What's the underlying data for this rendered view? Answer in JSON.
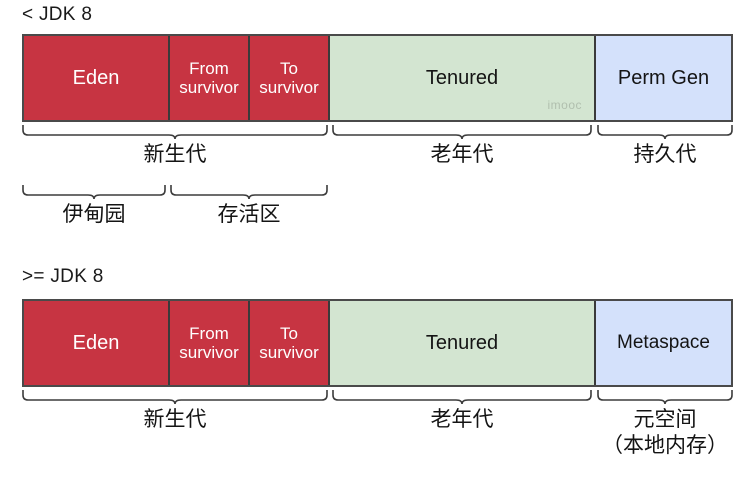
{
  "colors": {
    "young_gen": "#c73442",
    "old_gen": "#d3e5d1",
    "perm_gen": "#d4e1fb",
    "border": "#4a4a4a",
    "background": "#ffffff",
    "text": "#141414",
    "watermark": "#b0bfae"
  },
  "watermark": "imooc",
  "diagrams": [
    {
      "title": "< JDK 8",
      "segments": [
        {
          "label": "Eden",
          "name": "eden"
        },
        {
          "label": "From\nsurvivor",
          "name": "from-survivor"
        },
        {
          "label": "To\nsurvivor",
          "name": "to-survivor"
        },
        {
          "label": "Tenured",
          "name": "tenured"
        },
        {
          "label": "Perm Gen",
          "name": "perm-gen"
        }
      ],
      "braces_row1": [
        {
          "label": "新生代",
          "name": "young-generation"
        },
        {
          "label": "老年代",
          "name": "old-generation"
        },
        {
          "label": "持久代",
          "name": "permanent-generation"
        }
      ],
      "braces_row2": [
        {
          "label": "伊甸园",
          "name": "eden-garden"
        },
        {
          "label": "存活区",
          "name": "survivor-area"
        }
      ]
    },
    {
      "title": ">= JDK 8",
      "segments": [
        {
          "label": "Eden",
          "name": "eden"
        },
        {
          "label": "From\nsurvivor",
          "name": "from-survivor"
        },
        {
          "label": "To\nsurvivor",
          "name": "to-survivor"
        },
        {
          "label": "Tenured",
          "name": "tenured"
        },
        {
          "label": "Metaspace",
          "name": "metaspace"
        }
      ],
      "braces_row1": [
        {
          "label": "新生代",
          "name": "young-generation"
        },
        {
          "label": "老年代",
          "name": "old-generation"
        },
        {
          "label": "元空间\n（本地内存）",
          "name": "metaspace-native-memory"
        }
      ]
    }
  ]
}
